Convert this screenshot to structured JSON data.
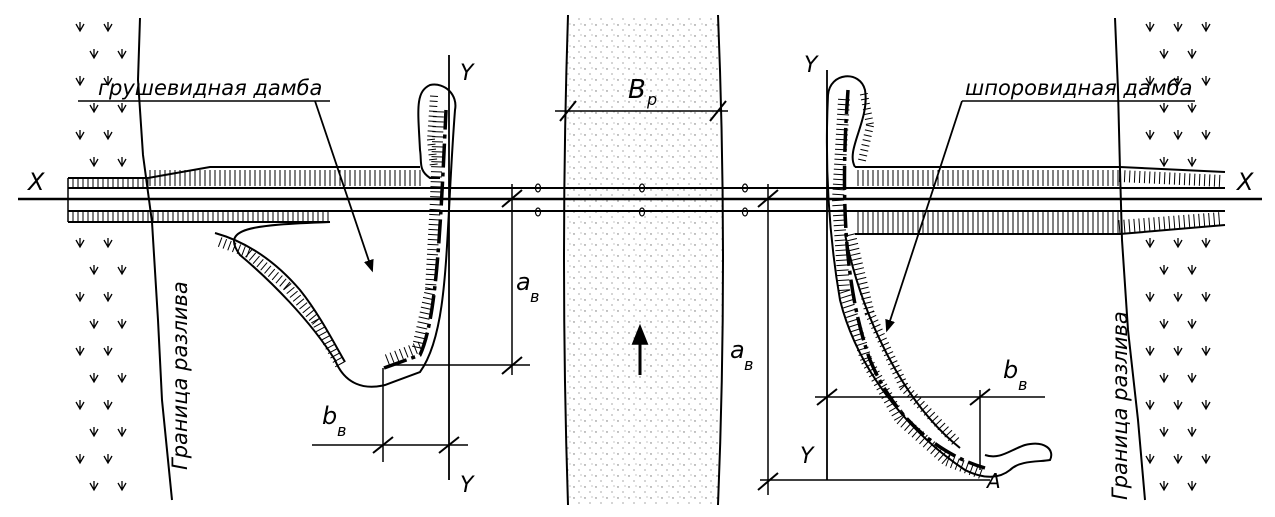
{
  "labels": {
    "pear_dam": "грушевидная дамба",
    "spur_dam": "шпоровидная дамба",
    "flood_boundary": "Граница разлива",
    "axis_x": "X",
    "axis_y": "Y",
    "dim_bp_main": "B",
    "dim_bp_sub": "р",
    "dim_a_main": "a",
    "dim_a_sub": "в",
    "dim_b_main": "b",
    "dim_b_sub": "в",
    "point_a": "A"
  },
  "colors": {
    "ink": "#000000",
    "paper": "#ffffff",
    "river_dots": "#6b6b6b"
  },
  "icons": {
    "flow_arrow": "arrow-up-icon",
    "marsh": "marsh-symbol-icon",
    "dimension_tick": "slash-tick-icon"
  }
}
